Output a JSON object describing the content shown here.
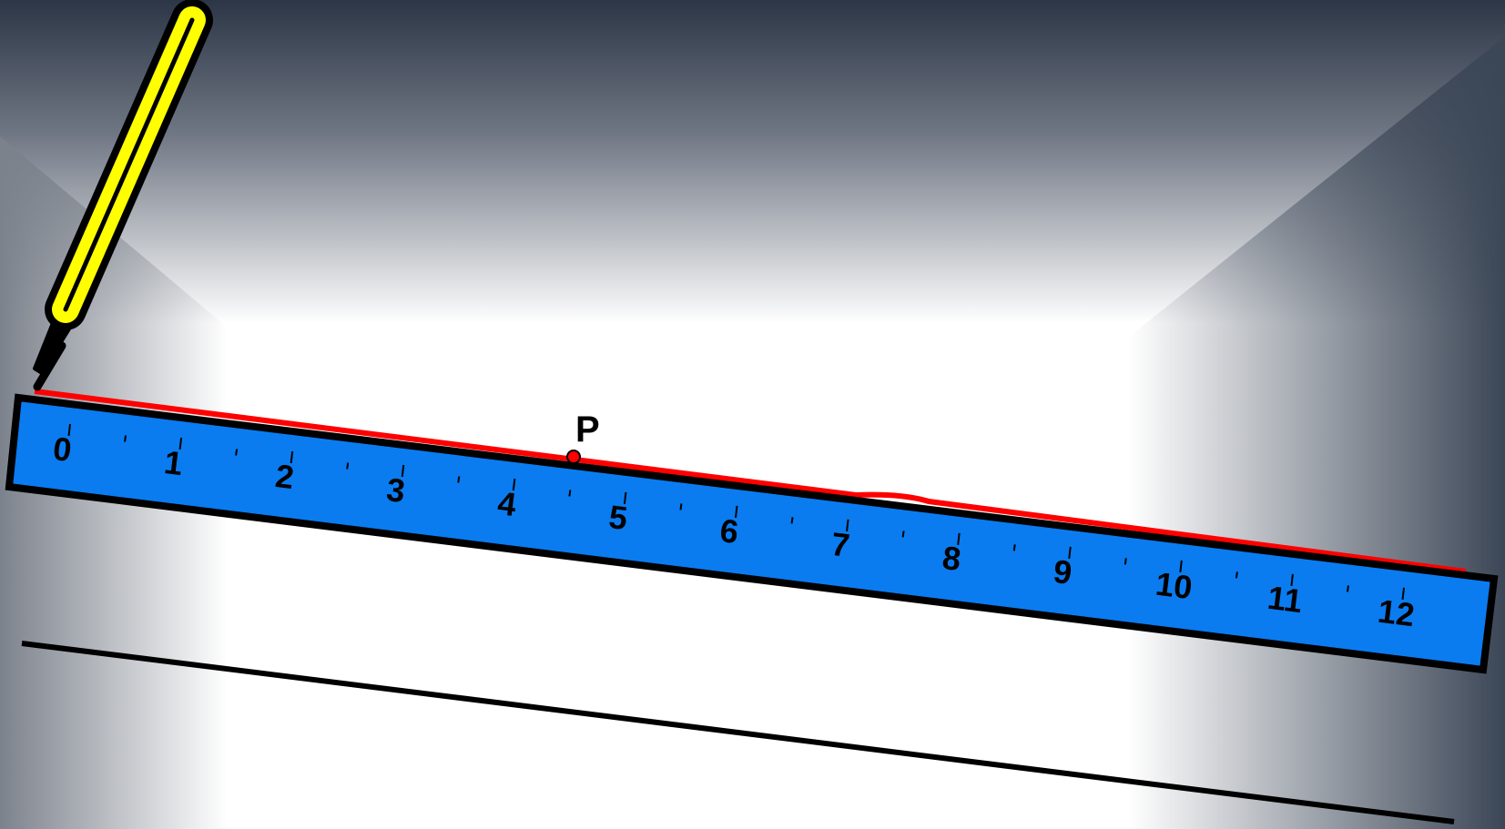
{
  "figure": {
    "ruler": {
      "numbers": [
        "0",
        "1",
        "2",
        "3",
        "4",
        "5",
        "6",
        "7",
        "8",
        "9",
        "10",
        "11",
        "12"
      ],
      "color": "#0A7CF0"
    },
    "point": {
      "label": "P",
      "color": "#FF0000"
    },
    "pen": {
      "color": "#FFFF00"
    },
    "drawn_line": {
      "color": "#FF0000"
    },
    "background": {
      "dark": "#2C3646",
      "light": "#FFFFFF"
    }
  }
}
